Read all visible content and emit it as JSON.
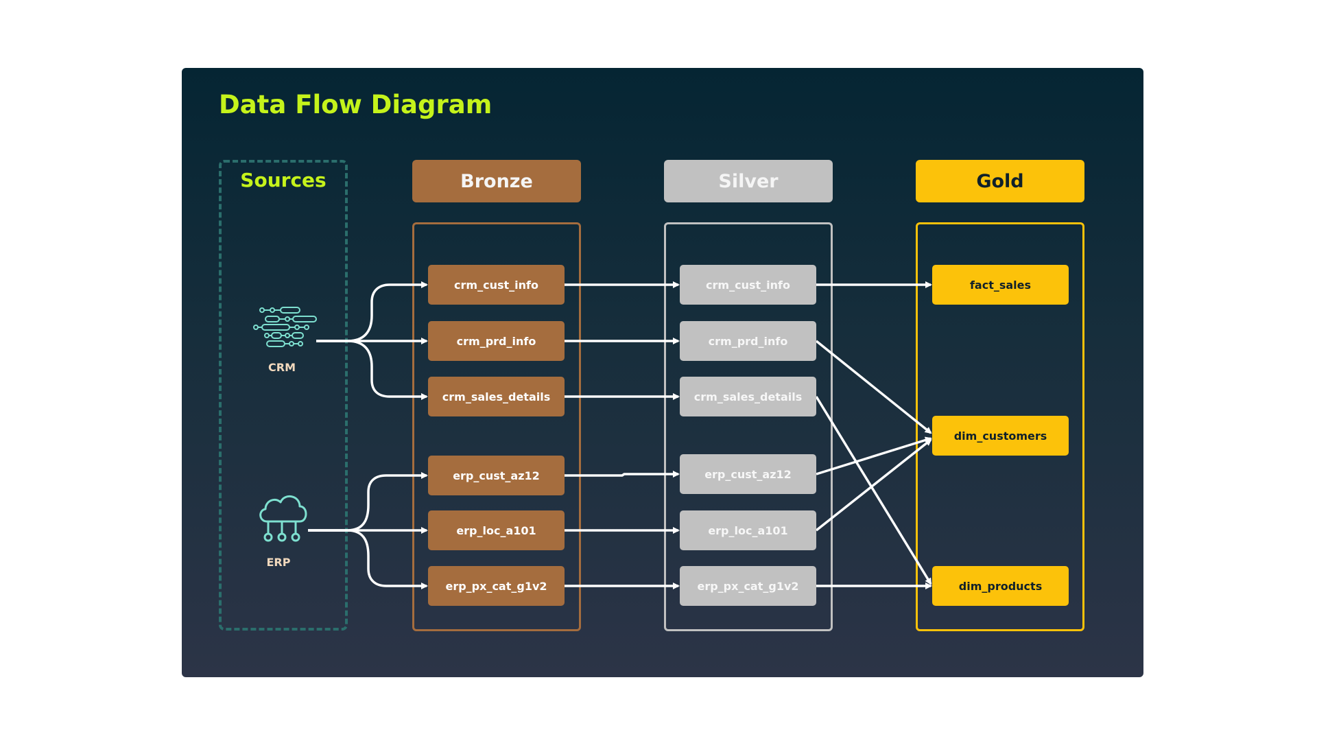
{
  "title": "Data Flow Diagram",
  "sources": {
    "label": "Sources",
    "items": [
      {
        "label": "CRM",
        "icon": "network-nodes-icon"
      },
      {
        "label": "ERP",
        "icon": "cloud-network-icon"
      }
    ]
  },
  "layers": {
    "bronze": {
      "label": "Bronze",
      "tables": [
        "crm_cust_info",
        "crm_prd_info",
        "crm_sales_details",
        "erp_cust_az12",
        "erp_loc_a101",
        "erp_px_cat_g1v2"
      ]
    },
    "silver": {
      "label": "Silver",
      "tables": [
        "crm_cust_info",
        "crm_prd_info",
        "crm_sales_details",
        "erp_cust_az12",
        "erp_loc_a101",
        "erp_px_cat_g1v2"
      ]
    },
    "gold": {
      "label": "Gold",
      "tables": [
        "fact_sales",
        "dim_customers",
        "dim_products"
      ]
    }
  },
  "colors": {
    "title": "#c5f31b",
    "bronze": "#a56d3e",
    "silver": "#c1c1c1",
    "gold": "#fcc20a",
    "sources_border": "#2b6e6c",
    "icon": "#7ee0d0",
    "arrow": "#ffffff"
  }
}
